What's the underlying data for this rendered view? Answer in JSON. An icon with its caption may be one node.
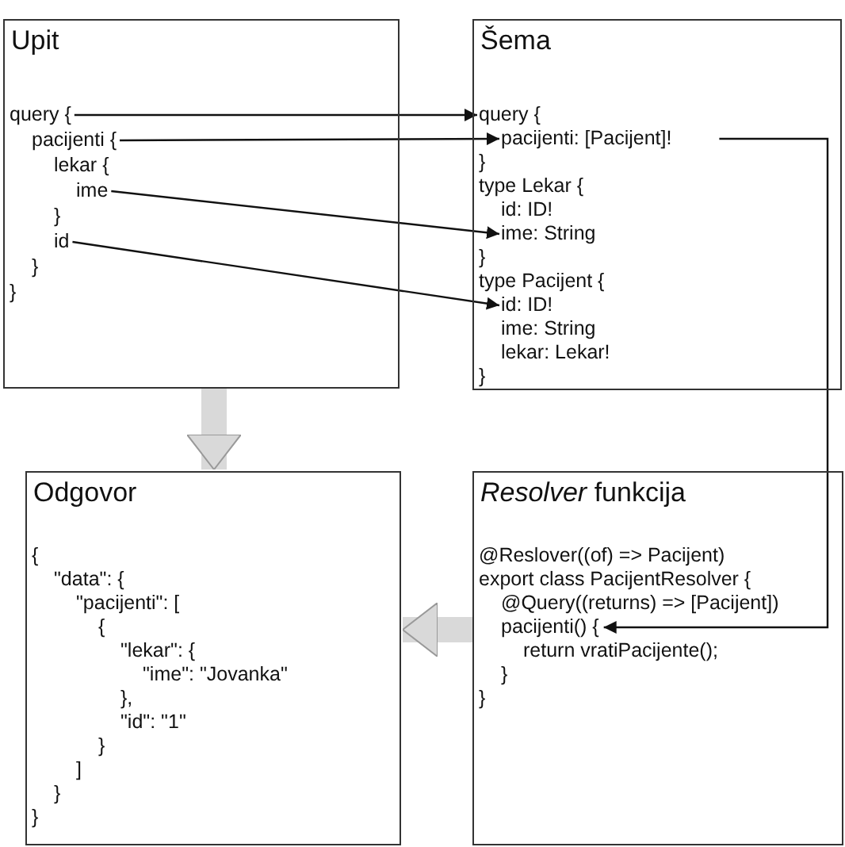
{
  "diagram": {
    "nodes": [
      {
        "text": [
          "Upit"
        ]
      },
      {
        "text": [
          "query {"
        ],
        "in": 0
      },
      {
        "text": [
          "pacijenti {"
        ],
        "in": 0
      },
      {
        "text": [
          "lekar {"
        ],
        "in": 0
      },
      {
        "text": [
          "ime"
        ],
        "in": 0
      },
      {
        "text": [
          "}"
        ],
        "in": 0
      },
      {
        "text": [
          "id"
        ],
        "in": 0
      },
      {
        "text": [
          "}"
        ],
        "in": 0
      },
      {
        "text": [
          "}"
        ],
        "in": 0
      },
      {
        "text": [
          "Šema"
        ]
      },
      {
        "text": [
          "query {"
        ],
        "in": 9
      },
      {
        "text": [
          "pacijenti: [Pacijent]!"
        ],
        "in": 9
      },
      {
        "text": [
          "}"
        ],
        "in": 9
      },
      {
        "text": [
          "type Lekar {"
        ],
        "in": 9
      },
      {
        "text": [
          "id: ID!"
        ],
        "in": 9
      },
      {
        "text": [
          "ime: String"
        ],
        "in": 9
      },
      {
        "text": [
          "}"
        ],
        "in": 9
      },
      {
        "text": [
          "type Pacijent {"
        ],
        "in": 9
      },
      {
        "text": [
          "id: ID!"
        ],
        "in": 9
      },
      {
        "text": [
          "ime: String"
        ],
        "in": 9
      },
      {
        "text": [
          "lekar: Lekar!"
        ],
        "in": 9
      },
      {
        "text": [
          "}"
        ],
        "in": 9
      },
      {
        "text": [
          "Odgovor"
        ]
      },
      {
        "text": [
          "{"
        ],
        "in": 22
      },
      {
        "text": [
          "\"data\": {"
        ],
        "in": 22
      },
      {
        "text": [
          "\"pacijenti\": ["
        ],
        "in": 22
      },
      {
        "text": [
          "{"
        ],
        "in": 22
      },
      {
        "text": [
          "\"lekar\": {"
        ],
        "in": 22
      },
      {
        "text": [
          "\"ime\": \"Jovanka\""
        ],
        "in": 22
      },
      {
        "text": [
          "},"
        ],
        "in": 22
      },
      {
        "text": [
          "\"id\": \"1\""
        ],
        "in": 22
      },
      {
        "text": [
          "}"
        ],
        "in": 22
      },
      {
        "text": [
          "]"
        ],
        "in": 22
      },
      {
        "text": [
          "}"
        ],
        "in": 22
      },
      {
        "text": [
          "}"
        ],
        "in": 22
      },
      {
        "text": [
          "*Resolver* funkcija"
        ]
      },
      {
        "text": [
          "@Reslover((of) => Pacijent)"
        ],
        "in": 35
      },
      {
        "text": [
          "export class PacijentResolver {"
        ],
        "in": 35
      },
      {
        "text": [
          "@Query((returns) => [Pacijent])"
        ],
        "in": 35
      },
      {
        "text": [
          "pacijenti() {"
        ],
        "in": 35
      },
      {
        "text": [
          "return vratiPacijente();"
        ],
        "in": 35
      },
      {
        "text": [
          "}"
        ],
        "in": 35
      },
      {
        "text": [
          "}"
        ],
        "in": 35
      }
    ],
    "edges": [
      {
        "from": 1,
        "to": 10,
        "arrow": "to"
      },
      {
        "from": 2,
        "to": 11,
        "arrow": "to"
      },
      {
        "from": 4,
        "to": 15,
        "arrow": "to"
      },
      {
        "from": 6,
        "to": 18,
        "arrow": "to"
      },
      {
        "from": 11,
        "to": 39,
        "arrow": "to"
      },
      {
        "from": 0,
        "to": 22,
        "arrow": "to",
        "style": "thick",
        "color": "#d9d9d9"
      },
      {
        "from": 35,
        "to": 22,
        "arrow": "to",
        "style": "thick",
        "color": "#d9d9d9"
      }
    ]
  }
}
